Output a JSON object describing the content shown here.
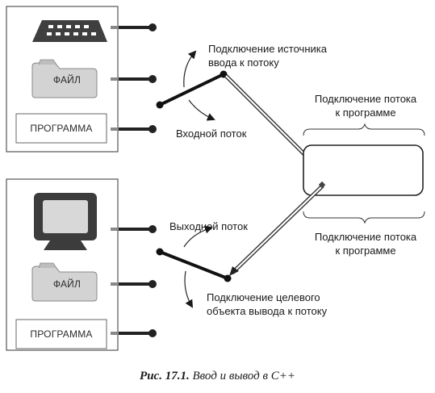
{
  "top_panel": {
    "device_icon": "keyboard-icon",
    "file_label": "ФАЙЛ",
    "program_label": "ПРОГРАММА"
  },
  "bottom_panel": {
    "device_icon": "monitor-icon",
    "file_label": "ФАЙЛ",
    "program_label": "ПРОГРАММА"
  },
  "labels": {
    "input_source_line1": "Подключение источника",
    "input_source_line2": "ввода к потоку",
    "input_stream": "Входной поток",
    "program_top_line1": "Подключение потока",
    "program_top_line2": "к программе",
    "program_bottom_line1": "Подключение потока",
    "program_bottom_line2": "к программе",
    "output_stream": "Выходной поток",
    "output_target_line1": "Подключение целевого",
    "output_target_line2": "объекта вывода к потоку"
  },
  "caption": {
    "prefix": "Рис. 17.1.",
    "text": "Ввод и вывод в C++"
  }
}
